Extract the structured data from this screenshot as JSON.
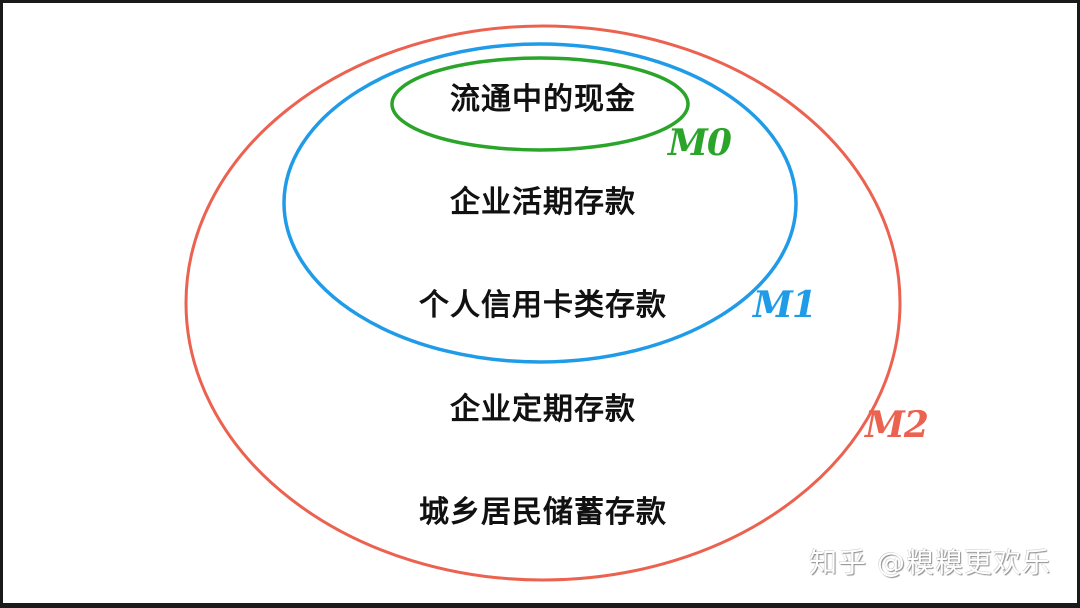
{
  "diagram": {
    "type": "nested-ellipse-venn",
    "sets": [
      {
        "id": "M0",
        "label": "M0",
        "color": "#2aa52a",
        "items": [
          "流通中的现金"
        ]
      },
      {
        "id": "M1",
        "label": "M1",
        "color": "#1f9be8",
        "items": [
          "企业活期存款",
          "个人信用卡类存款"
        ]
      },
      {
        "id": "M2",
        "label": "M2",
        "color": "#ec6250",
        "items": [
          "企业定期存款",
          "城乡居民储蓄存款"
        ]
      }
    ],
    "items": {
      "cash_in_circulation": "流通中的现金",
      "corporate_demand_deposits": "企业活期存款",
      "personal_credit_card_deposits": "个人信用卡类存款",
      "corporate_time_deposits": "企业定期存款",
      "household_savings_deposits": "城乡居民储蓄存款"
    },
    "labels": {
      "m0": "M0",
      "m1": "M1",
      "m2": "M2"
    },
    "colors": {
      "m0": "#2aa52a",
      "m1": "#1f9be8",
      "m2": "#ec6250",
      "text": "#111111",
      "border": "#1a1a1a"
    }
  },
  "watermark": "知乎 @糗糗更欢乐"
}
